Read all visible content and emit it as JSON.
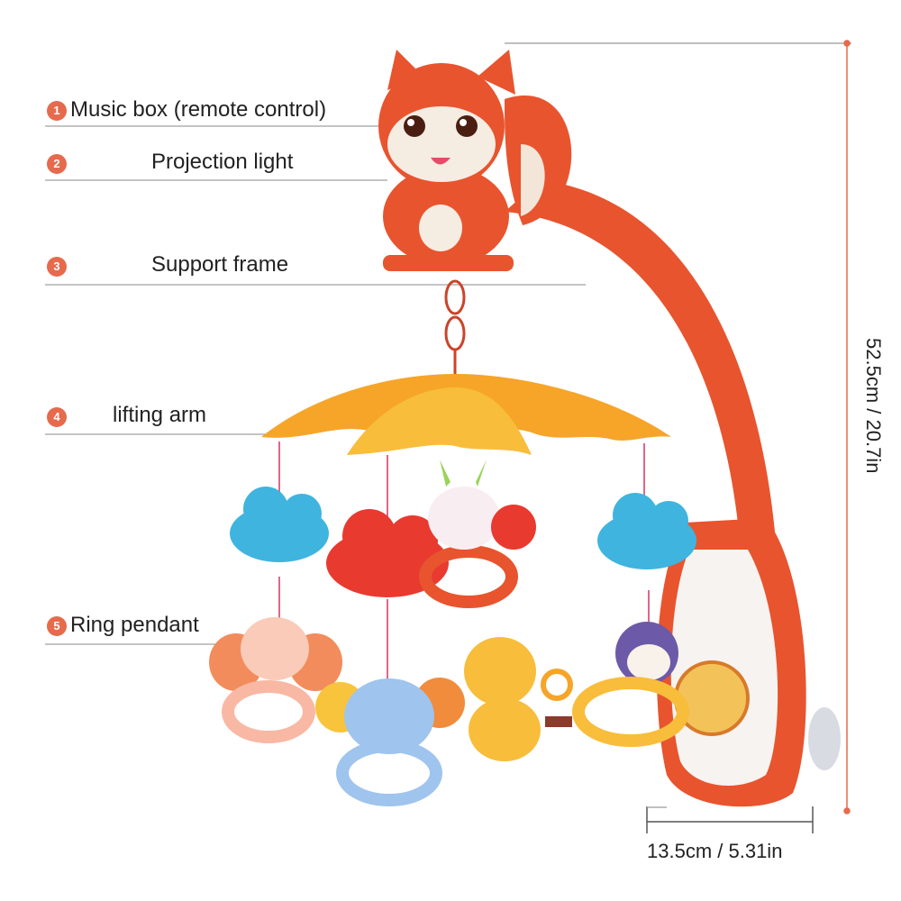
{
  "labels": [
    {
      "num": "1",
      "text": "Music box (remote control)"
    },
    {
      "num": "2",
      "text": "Projection light"
    },
    {
      "num": "3",
      "text": "Support frame"
    },
    {
      "num": "4",
      "text": "lifting arm"
    },
    {
      "num": "5",
      "text": "Ring pendant"
    }
  ],
  "dimensions": {
    "height": "52.5cm / 20.7in",
    "width": "13.5cm / 5.31in"
  },
  "colors": {
    "accent": "#e66a4c",
    "frame": "#e8542e",
    "canopy": "#f6a529",
    "cloud_blue": "#3fb4df",
    "cloud_red": "#e83a2f"
  }
}
